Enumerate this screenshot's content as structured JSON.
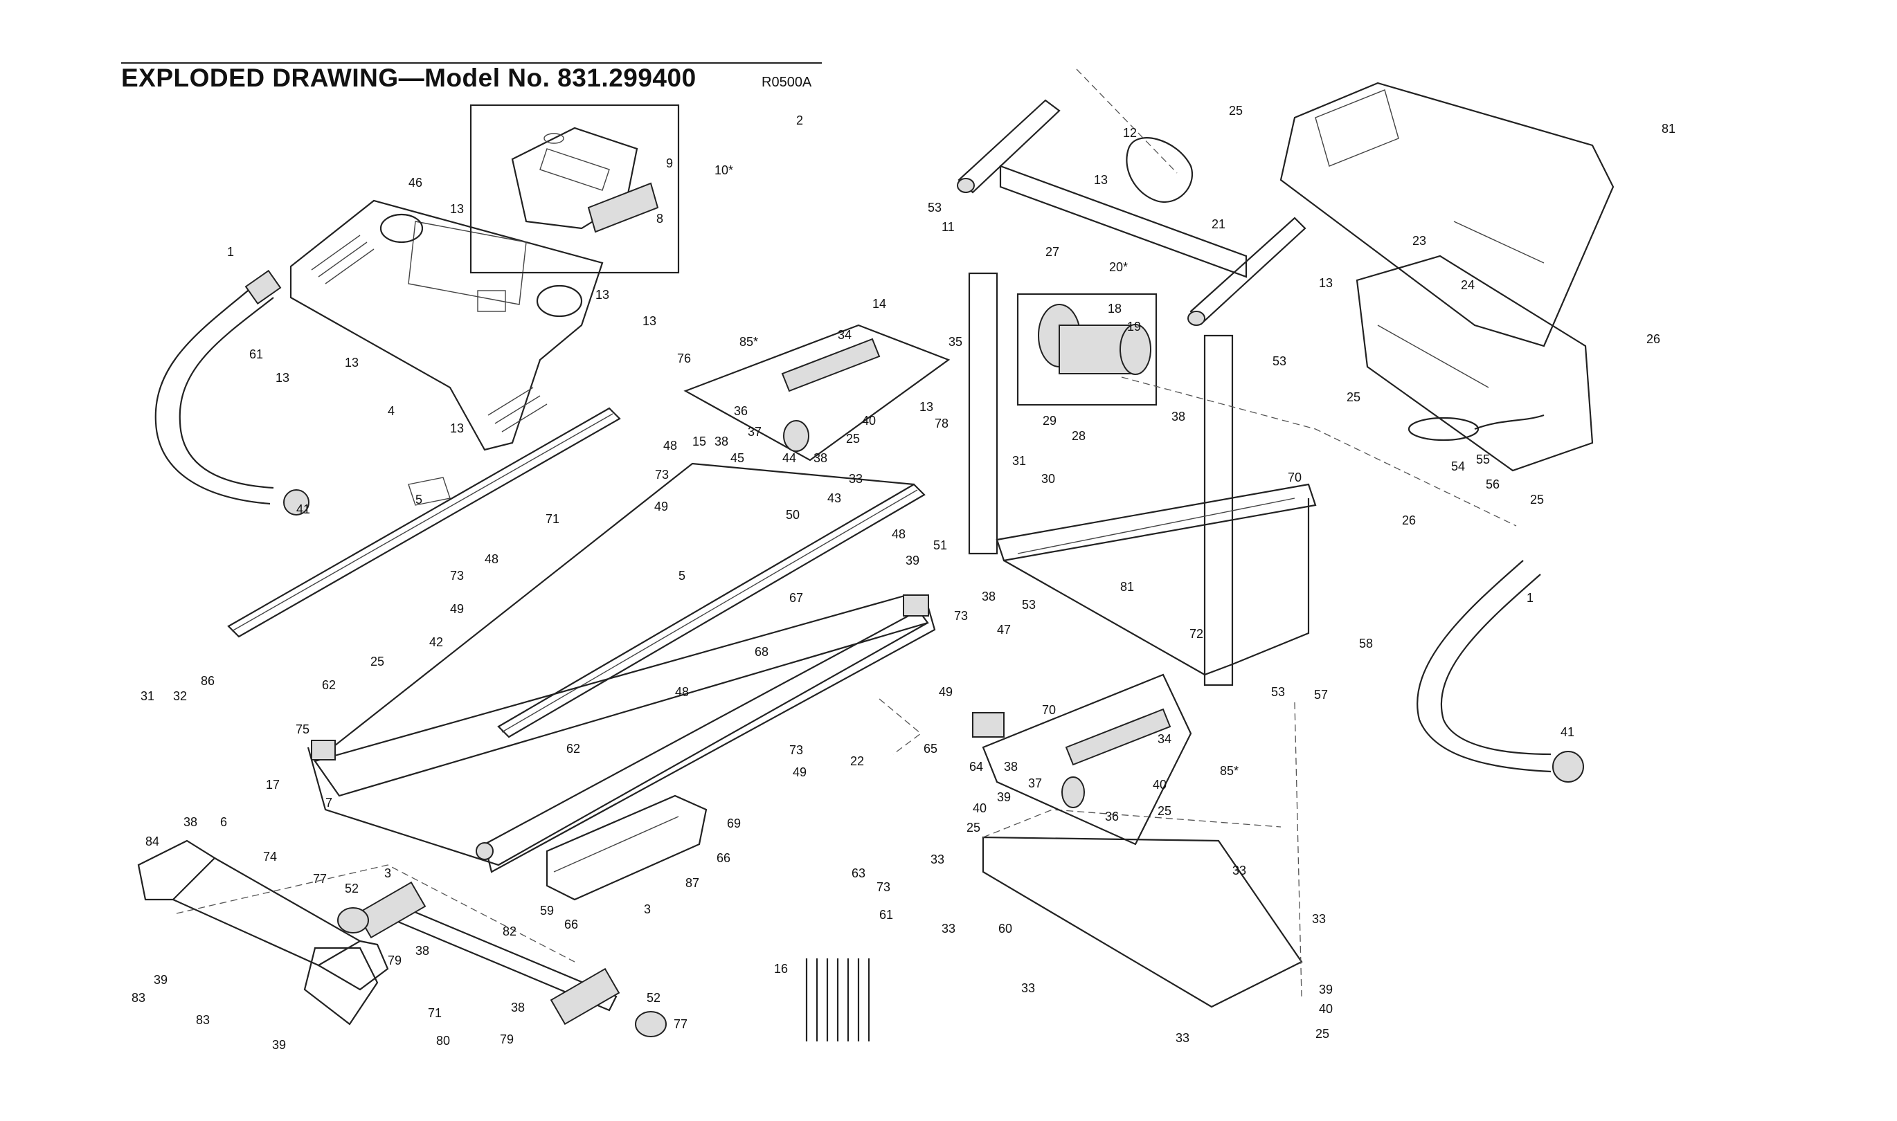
{
  "header": {
    "title": "EXPLODED DRAWING—Model No. 831.299400",
    "doc_code": "R0500A"
  },
  "parts": [
    "1",
    "2",
    "3",
    "4",
    "5",
    "6",
    "7",
    "8",
    "9",
    "10*",
    "11",
    "12",
    "13",
    "14",
    "15",
    "16",
    "17",
    "18",
    "19",
    "20*",
    "21",
    "22",
    "23",
    "24",
    "25",
    "26",
    "27",
    "28",
    "29",
    "30",
    "31",
    "32",
    "33",
    "34",
    "35",
    "36",
    "37",
    "38",
    "39",
    "40",
    "41",
    "42",
    "43",
    "44",
    "45",
    "46",
    "47",
    "48",
    "49",
    "50",
    "51",
    "52",
    "53",
    "54",
    "55",
    "56",
    "57",
    "58",
    "59",
    "60",
    "61",
    "62",
    "63",
    "64",
    "65",
    "66",
    "67",
    "68",
    "69",
    "70",
    "71",
    "72",
    "73",
    "74",
    "75",
    "76",
    "77",
    "78",
    "79",
    "80",
    "81",
    "82",
    "83",
    "84",
    "85*",
    "86",
    "87"
  ]
}
